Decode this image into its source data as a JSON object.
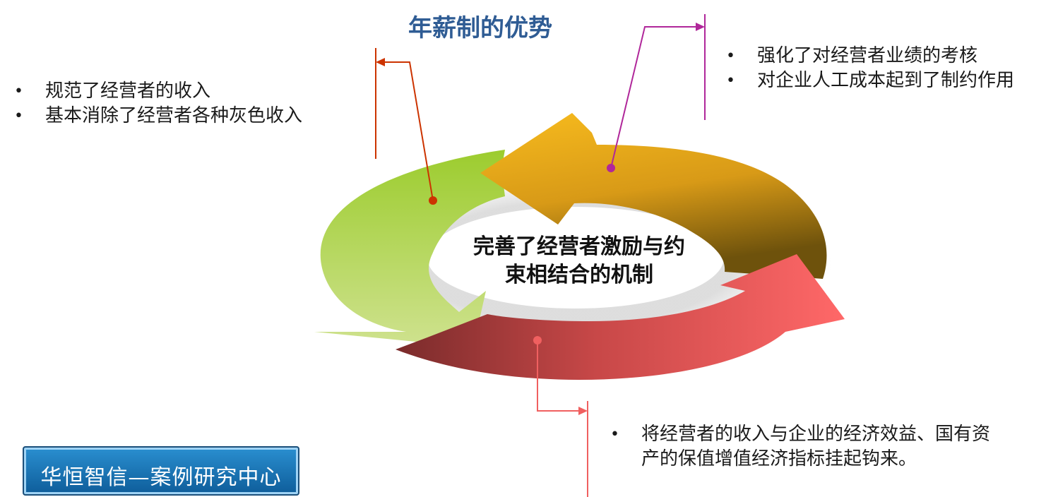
{
  "title": "年薪制的优势",
  "center_text": {
    "line1": "完善了经营者激励与约",
    "line2": "束相结合的机制"
  },
  "left_bullets": [
    "规范了经营者的收入",
    "基本消除了经营者各种灰色收入"
  ],
  "right_bullets": [
    "强化了对经营者业绩的考核",
    "对企业人工成本起到了制约作用"
  ],
  "bottom_bullets": [
    "将经营者的收入与企业的经济效益、国有资产的保值增值经济指标挂起钩来。"
  ],
  "logo": {
    "text": "华恒智信—案例研究中心"
  },
  "colors": {
    "title": "#2f5c94",
    "green_arrow": "#9ccc3a",
    "gold_arrow": "#e8a81a",
    "red_arrow": "#f15d5d",
    "left_connector": "#cc3300",
    "right_connector": "#b0279a",
    "bottom_connector": "#f06060"
  }
}
